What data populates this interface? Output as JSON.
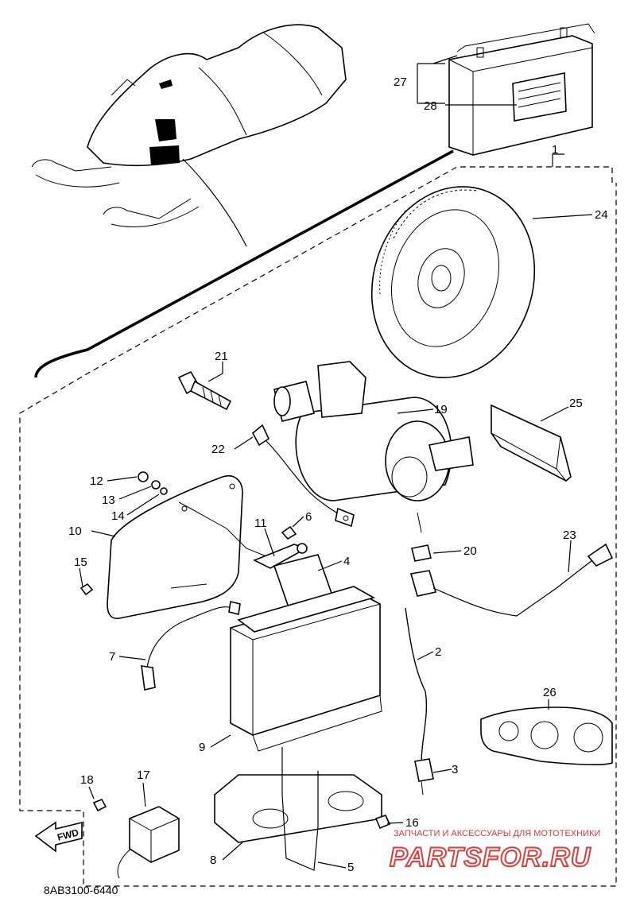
{
  "diagram_code": "8AB3100-6440",
  "fwd_label": "FWD",
  "watermark": {
    "tagline": "ЗАПЧАСТИ И АКСЕССУАРЫ ДЛЯ МОТОТЕХНИКИ",
    "brand": "PARTSFOR.RU"
  },
  "callouts": {
    "c1": "1",
    "c2": "2",
    "c3": "3",
    "c4": "4",
    "c5": "5",
    "c6": "6",
    "c7": "7",
    "c8": "8",
    "c9": "9",
    "c10": "10",
    "c11": "11",
    "c12": "12",
    "c13": "13",
    "c14": "14",
    "c15": "15",
    "c16": "16",
    "c17": "17",
    "c18": "18",
    "c19": "19",
    "c20": "20",
    "c21": "21",
    "c22": "22",
    "c23": "23",
    "c24": "24",
    "c25": "25",
    "c26": "26",
    "c27": "27",
    "c28": "28"
  }
}
